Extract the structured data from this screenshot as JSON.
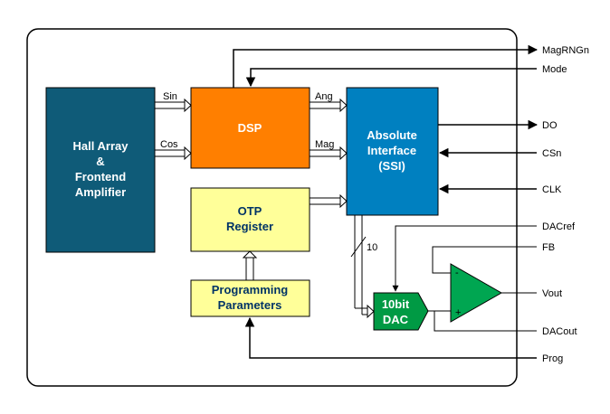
{
  "blocks": {
    "hall": {
      "lines": [
        "Hall Array",
        "&",
        "Frontend",
        "Amplifier"
      ],
      "fill": "#0f5b78",
      "text_color": "#ffffff"
    },
    "dsp": {
      "lines": [
        "DSP"
      ],
      "fill": "#ff7f00",
      "text_color": "#ffffff"
    },
    "otp": {
      "lines": [
        "OTP",
        "Register"
      ],
      "fill": "#ffff99",
      "text_color": "#003366"
    },
    "prog": {
      "lines": [
        "Programming",
        "Parameters"
      ],
      "fill": "#ffff99",
      "text_color": "#003366"
    },
    "ssi": {
      "lines": [
        "Absolute",
        "Interface",
        "(SSI)"
      ],
      "fill": "#0080c0",
      "text_color": "#ffffff"
    },
    "dac": {
      "lines": [
        "10bit",
        "DAC"
      ],
      "fill": "#009a44",
      "text_color": "#ffffff"
    },
    "opamp": {
      "fill": "#00a651",
      "minus": "-",
      "plus": "+"
    }
  },
  "signals": {
    "sin": "Sin",
    "cos": "Cos",
    "ang": "Ang",
    "mag": "Mag",
    "bus_width": "10"
  },
  "pins": {
    "magrngn": "MagRNGn",
    "mode": "Mode",
    "do": "DO",
    "csn": "CSn",
    "clk": "CLK",
    "dacref": "DACref",
    "fb": "FB",
    "vout": "Vout",
    "dacout": "DACout",
    "prog": "Prog"
  }
}
